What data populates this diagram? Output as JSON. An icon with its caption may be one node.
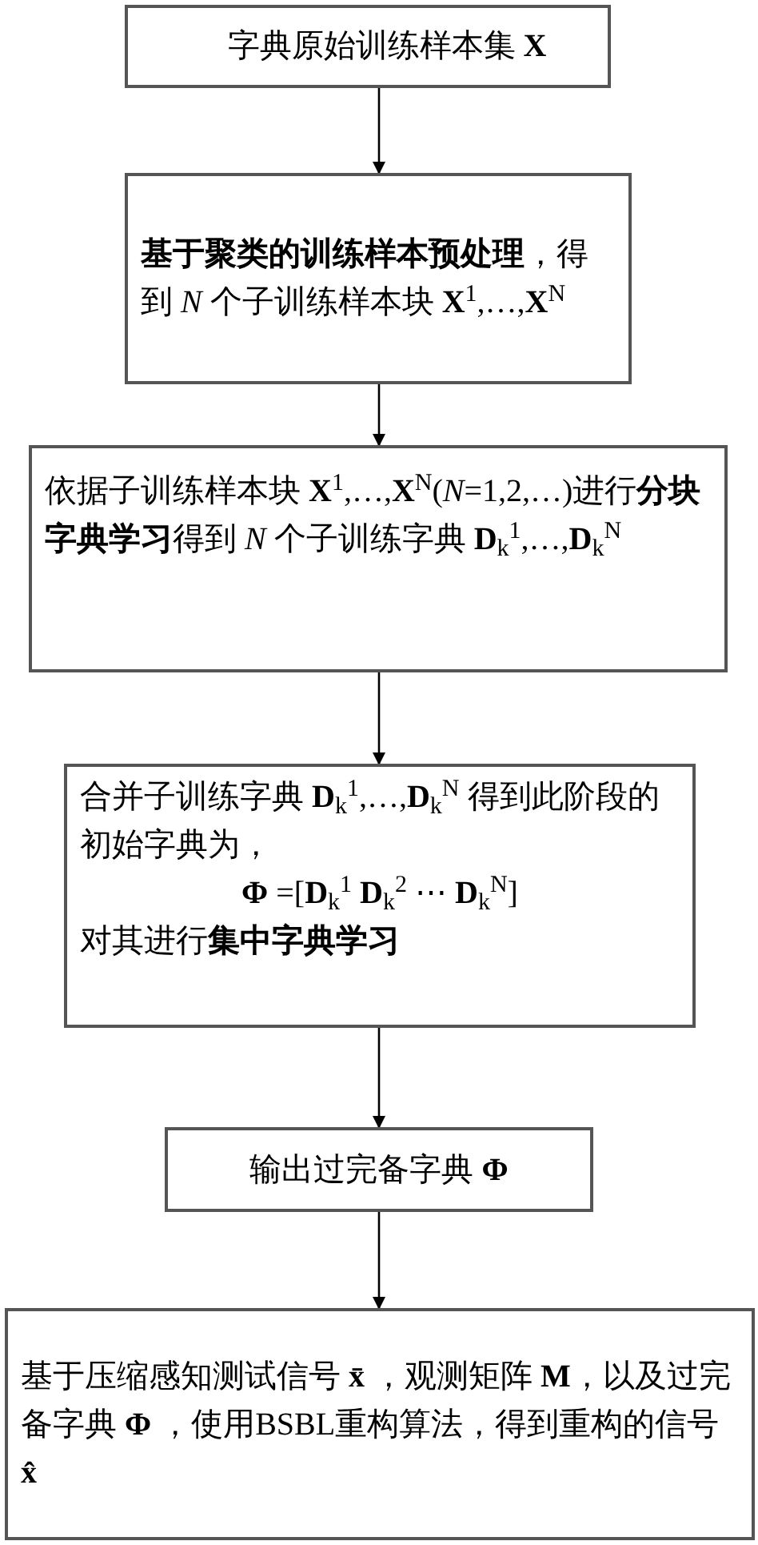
{
  "diagram": {
    "nodes": [
      {
        "text": [
          "字典原始训练样本集 **X**"
        ]
      },
      {
        "text": [
          "**基于聚类的训练样本预处理**，得到 *N* 个子训练样本块 **X**$^{1}$,…,**X**$^{N}$"
        ]
      },
      {
        "text": [
          "依据子训练样本块 **X**$^{1}$,…,**X**$^{N}$(*N*=1,2,…)进行**分块字典学习**得到 *N* 个子训练字典 **D**$_{k}$$^{1}$,…,**D**$_{k}$$^{N}$"
        ]
      },
      {
        "text": [
          "合并子训练字典 **D**$_{k}$$^{1}$,…,**D**$_{k}$$^{N}$ 得到此阶段的初始字典为，",
          "**Φ** =[**D**$_{k}$$^{1}$ **D**$_{k}$$^{2}$ ⋯ **D**$_{k}$$^{N}$]",
          "对其进行**集中字典学习**"
        ]
      },
      {
        "text": [
          "输出过完备字典 **Φ**"
        ]
      },
      {
        "text": [
          "基于压缩感知测试信号 **x̄** ，观测矩阵 **M**，以及过完备字典 **Φ** ，使用BSBL重构算法，得到重构的信号 **x̂**"
        ]
      }
    ],
    "edges": [
      {
        "from": 0,
        "to": 1,
        "arrow": "to"
      },
      {
        "from": 1,
        "to": 2,
        "arrow": "to"
      },
      {
        "from": 2,
        "to": 3,
        "arrow": "to"
      },
      {
        "from": 3,
        "to": 4,
        "arrow": "to"
      },
      {
        "from": 4,
        "to": 5,
        "arrow": "to"
      }
    ]
  }
}
